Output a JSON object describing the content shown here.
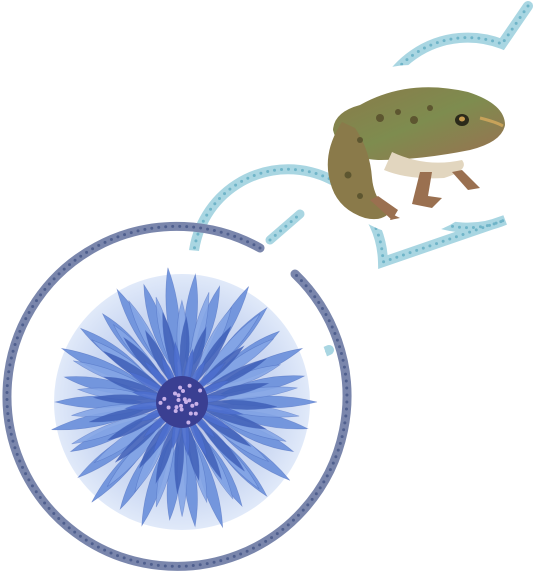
{
  "palette": {
    "background": "#ffffff",
    "connector_light_blue": "#a9d6e2",
    "dots_light": "#6fb4c8",
    "connector_dark_slate": "#7a86ac",
    "dots_dark": "#4f5f8e",
    "cornflower_blue": "#6f93dc",
    "cornflower_deep": "#3f5fb8",
    "cornflower_center": "#3a3f92",
    "frog_green": "#7e8c4f",
    "frog_brown": "#9a7050",
    "frog_spots": "#5d5630",
    "frog_belly": "#e2d6bf"
  },
  "images": [
    {
      "subject": "frog",
      "icon": "frog-photo"
    },
    {
      "subject": "cornflower",
      "icon": "cornflower-photo"
    }
  ]
}
